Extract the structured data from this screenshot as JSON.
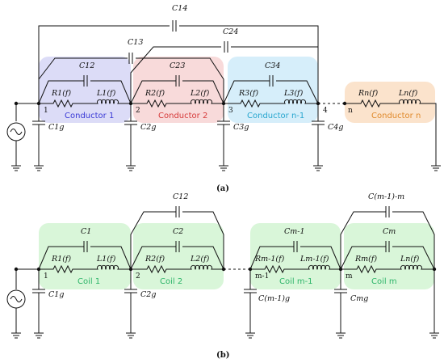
{
  "panel_a": {
    "caption": "(a)",
    "caps_top": {
      "c14": "C14",
      "c13": "C13",
      "c24": "C24"
    },
    "blocks": [
      {
        "name": "Conductor 1",
        "cap": "C12",
        "r": "R1(f)",
        "l": "L1(f)",
        "color": "#3a3ad6",
        "bg": "#dcdcf7"
      },
      {
        "name": "Conductor 2",
        "cap": "C23",
        "r": "R2(f)",
        "l": "L2(f)",
        "color": "#d63a3a",
        "bg": "#f8dada"
      },
      {
        "name": "Conductor n-1",
        "cap": "C34",
        "r": "R3(f)",
        "l": "L3(f)",
        "color": "#27a6cf",
        "bg": "#d6eefa"
      },
      {
        "name": "Conductor n",
        "cap": "",
        "r": "Rn(f)",
        "l": "Ln(f)",
        "color": "#e08a2c",
        "bg": "#fbe3cc"
      }
    ],
    "nodes": [
      "1",
      "2",
      "3",
      "4",
      "n"
    ],
    "ground_caps": [
      "C1g",
      "C2g",
      "C3g",
      "C4g"
    ]
  },
  "panel_b": {
    "caption": "(b)",
    "caps_top": {
      "c12": "C12",
      "cm1m": "C(m-1)-m"
    },
    "blocks": [
      {
        "name": "Coil 1",
        "cap": "C1",
        "r": "R1(f)",
        "l": "L1(f)"
      },
      {
        "name": "Coil 2",
        "cap": "C2",
        "r": "R2(f)",
        "l": "L2(f)"
      },
      {
        "name": "Coil m-1",
        "cap": "Cm-1",
        "r": "Rm-1(f)",
        "l": "Lm-1(f)"
      },
      {
        "name": "Coil m",
        "cap": "Cm",
        "r": "Rm(f)",
        "l": "Ln(f)"
      }
    ],
    "nodes": [
      "1",
      "2",
      "m-1",
      "m"
    ],
    "ground_caps": [
      "C1g",
      "C2g",
      "C(m-1)g",
      "Cmg"
    ],
    "coil_color": "#2fb56a",
    "coil_bg": "#d9f6d9"
  }
}
